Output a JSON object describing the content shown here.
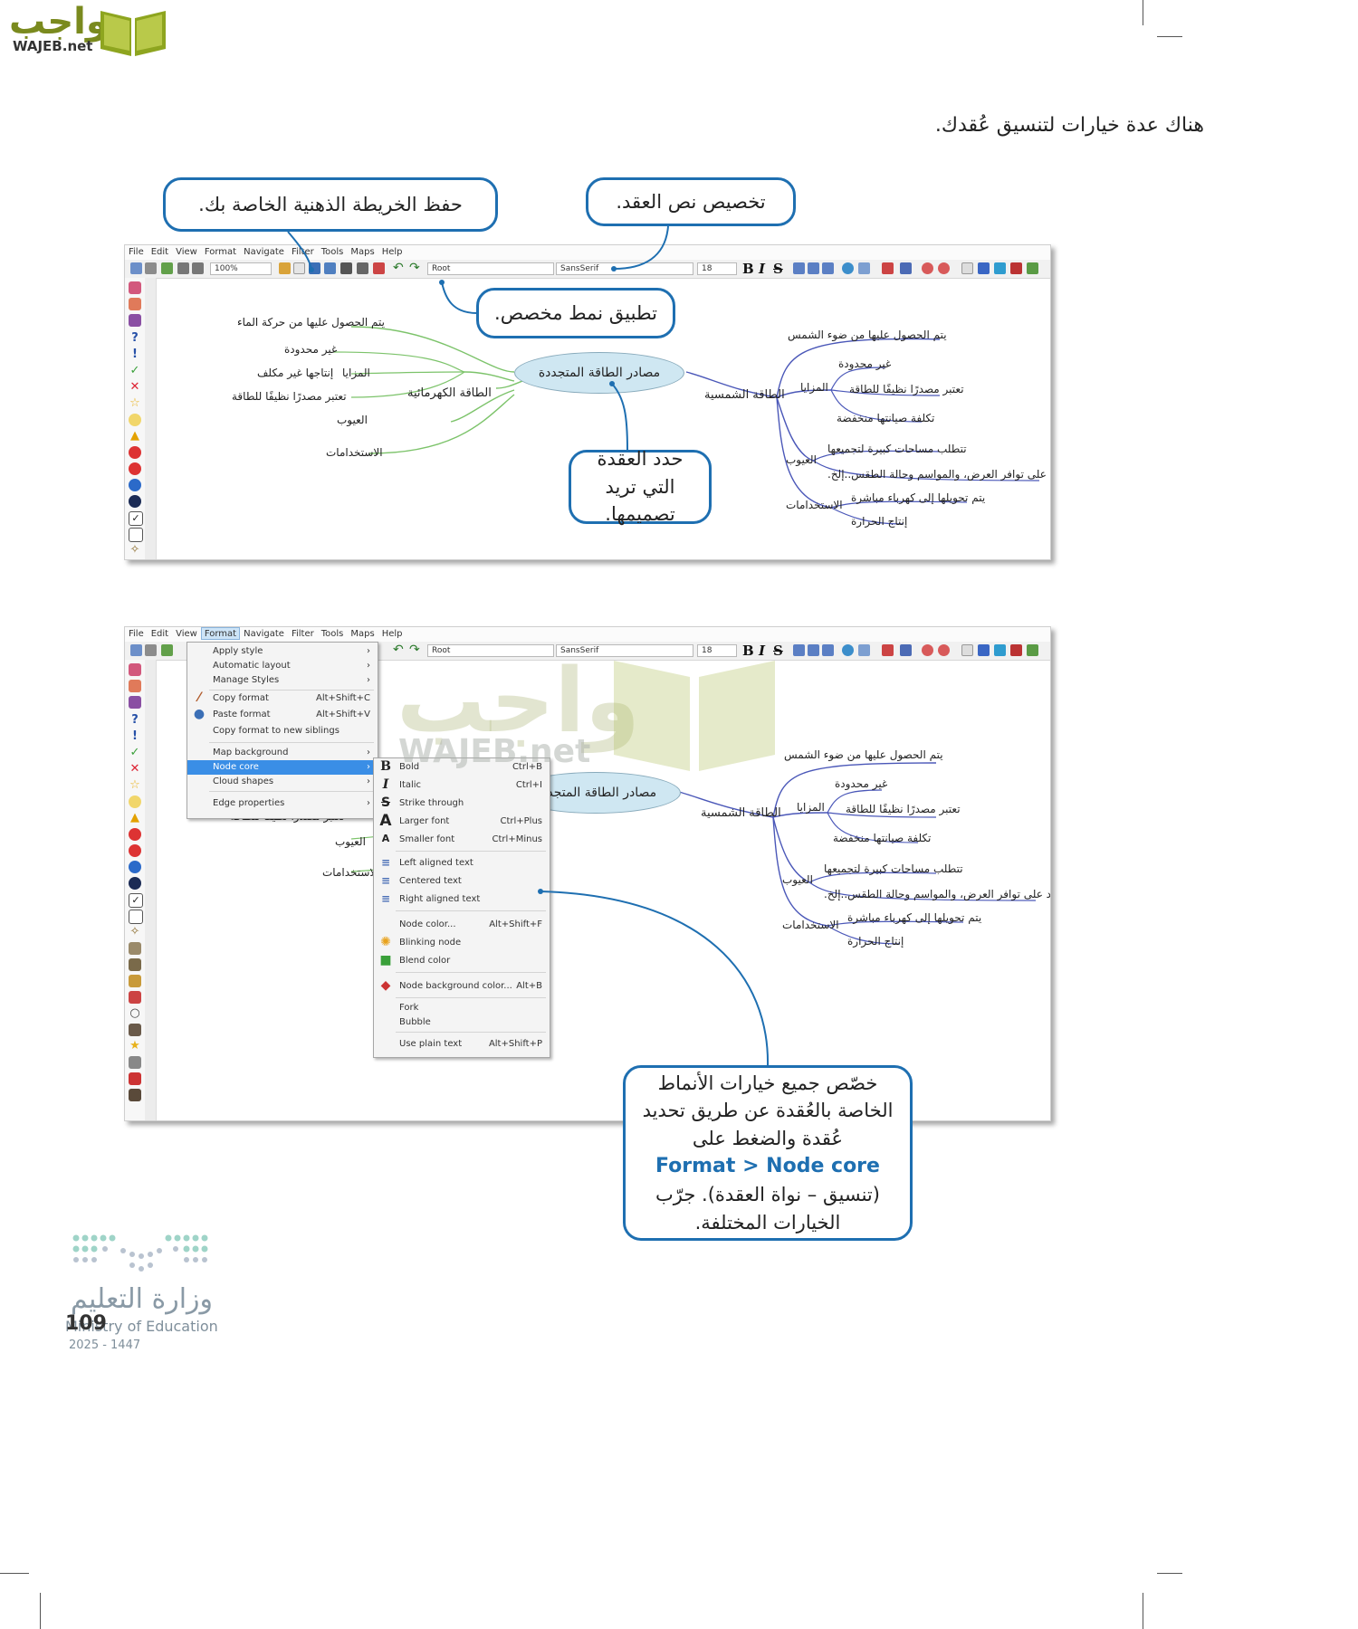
{
  "header": {
    "logo_arabic": "واجب",
    "logo_latin": "WAJEB.net"
  },
  "intro_text": "هناك عدة خيارات لتنسيق عُقدك.",
  "callouts": {
    "save_map": "حفظ الخريطة الذهنية الخاصة بك.",
    "customize_text": "تخصيص نص العقد.",
    "apply_style": "تطبيق نمط مخصص.",
    "select_node": "حدد العقدة التي تريد تصميمها.",
    "format_intro": "خصّص جميع خيارات الأنماط الخاصة بالعُقدة عن طريق تحديد عُقدة والضغط على",
    "format_path": "Format > Node core",
    "format_outro": "(تنسيق – نواة العقدة). جرّب الخيارات المختلفة."
  },
  "app": {
    "menus": [
      "File",
      "Edit",
      "View",
      "Format",
      "Navigate",
      "Filter",
      "Tools",
      "Maps",
      "Help"
    ],
    "zoom": "100%",
    "style_field": "Root",
    "font_field": "SansSerif",
    "size_field": "18",
    "bold_label": "B",
    "italic_label": "I",
    "strike_label": "S"
  },
  "mindmap": {
    "root": "مصادر الطاقة المتجددة",
    "left_branch": "الطاقة الكهرمائية",
    "left_items": {
      "source": "يتم الحصول عليها من حركة الماء",
      "advantages": "المزايا",
      "adv1": "غير محدودة",
      "adv2": "إنتاجها غير مكلف",
      "adv3": "تعتبر مصدرًا نظيفًا للطاقة",
      "disadvantages": "العيوب",
      "uses": "الاستخدامات"
    },
    "right_branch": "الطاقة الشمسية",
    "right_items": {
      "source": "يتم الحصول عليها من ضوء الشمس",
      "advantages": "المزايا",
      "adv1": "غير محدودة",
      "adv2": "تعتبر مصدرًا نظيفًا للطاقة",
      "adv3": "تكلفة صيانتها منخفضة",
      "disadvantages": "العيوب",
      "dis1": "تتطلب مساحات كبيرة لتجميعها",
      "dis2": "تعتمد على توافر العرض، والمواسم وحالة الطقس..إلخ.",
      "uses": "الاستخدامات",
      "use1": "يتم تحويلها إلى كهرباء مباشرة",
      "use2": "إنتاج الحرارة"
    }
  },
  "format_menu": [
    {
      "label": "Apply style",
      "shortcut": "",
      "arrow": "›"
    },
    {
      "label": "Automatic layout",
      "shortcut": "",
      "arrow": "›"
    },
    {
      "label": "Manage Styles",
      "shortcut": "",
      "arrow": "›"
    },
    {
      "label": "Copy format",
      "shortcut": "Alt+Shift+C",
      "arrow": ""
    },
    {
      "label": "Paste format",
      "shortcut": "Alt+Shift+V",
      "arrow": ""
    },
    {
      "label": "Copy format to new siblings",
      "shortcut": "",
      "arrow": ""
    },
    {
      "label": "Map background",
      "shortcut": "",
      "arrow": "›"
    },
    {
      "label": "Node core",
      "shortcut": "",
      "arrow": "›"
    },
    {
      "label": "Cloud shapes",
      "shortcut": "",
      "arrow": "›"
    },
    {
      "label": "Edge properties",
      "shortcut": "",
      "arrow": "›"
    }
  ],
  "node_core_menu": [
    {
      "icon": "B",
      "label": "Bold",
      "shortcut": "Ctrl+B"
    },
    {
      "icon": "I",
      "label": "Italic",
      "shortcut": "Ctrl+I"
    },
    {
      "icon": "S",
      "label": "Strike through",
      "shortcut": ""
    },
    {
      "icon": "A",
      "label": "Larger font",
      "shortcut": "Ctrl+Plus"
    },
    {
      "icon": "A",
      "label": "Smaller font",
      "shortcut": "Ctrl+Minus"
    },
    {
      "icon": "",
      "label": "Left aligned text",
      "shortcut": ""
    },
    {
      "icon": "",
      "label": "Centered text",
      "shortcut": ""
    },
    {
      "icon": "",
      "label": "Right aligned text",
      "shortcut": ""
    },
    {
      "icon": "",
      "label": "Node color...",
      "shortcut": "Alt+Shift+F"
    },
    {
      "icon": "",
      "label": "Blinking node",
      "shortcut": ""
    },
    {
      "icon": "",
      "label": "Blend color",
      "shortcut": ""
    },
    {
      "icon": "",
      "label": "Node background color...",
      "shortcut": "Alt+B"
    },
    {
      "icon": "",
      "label": "Fork",
      "shortcut": ""
    },
    {
      "icon": "",
      "label": "Bubble",
      "shortcut": ""
    },
    {
      "icon": "",
      "label": "Use plain text",
      "shortcut": "Alt+Shift+P"
    }
  ],
  "footer": {
    "ministry_ar": "وزارة التعليم",
    "ministry_en": "Ministry of Education",
    "page_number": "109",
    "year": "2025 - 1447"
  },
  "colors": {
    "callout_border": "#1e6fb1",
    "root_fill": "#cfe7f2",
    "branch_line": "#7cc36a",
    "right_branch_line": "#4a57b8",
    "menu_highlight": "#3a8ee6"
  }
}
